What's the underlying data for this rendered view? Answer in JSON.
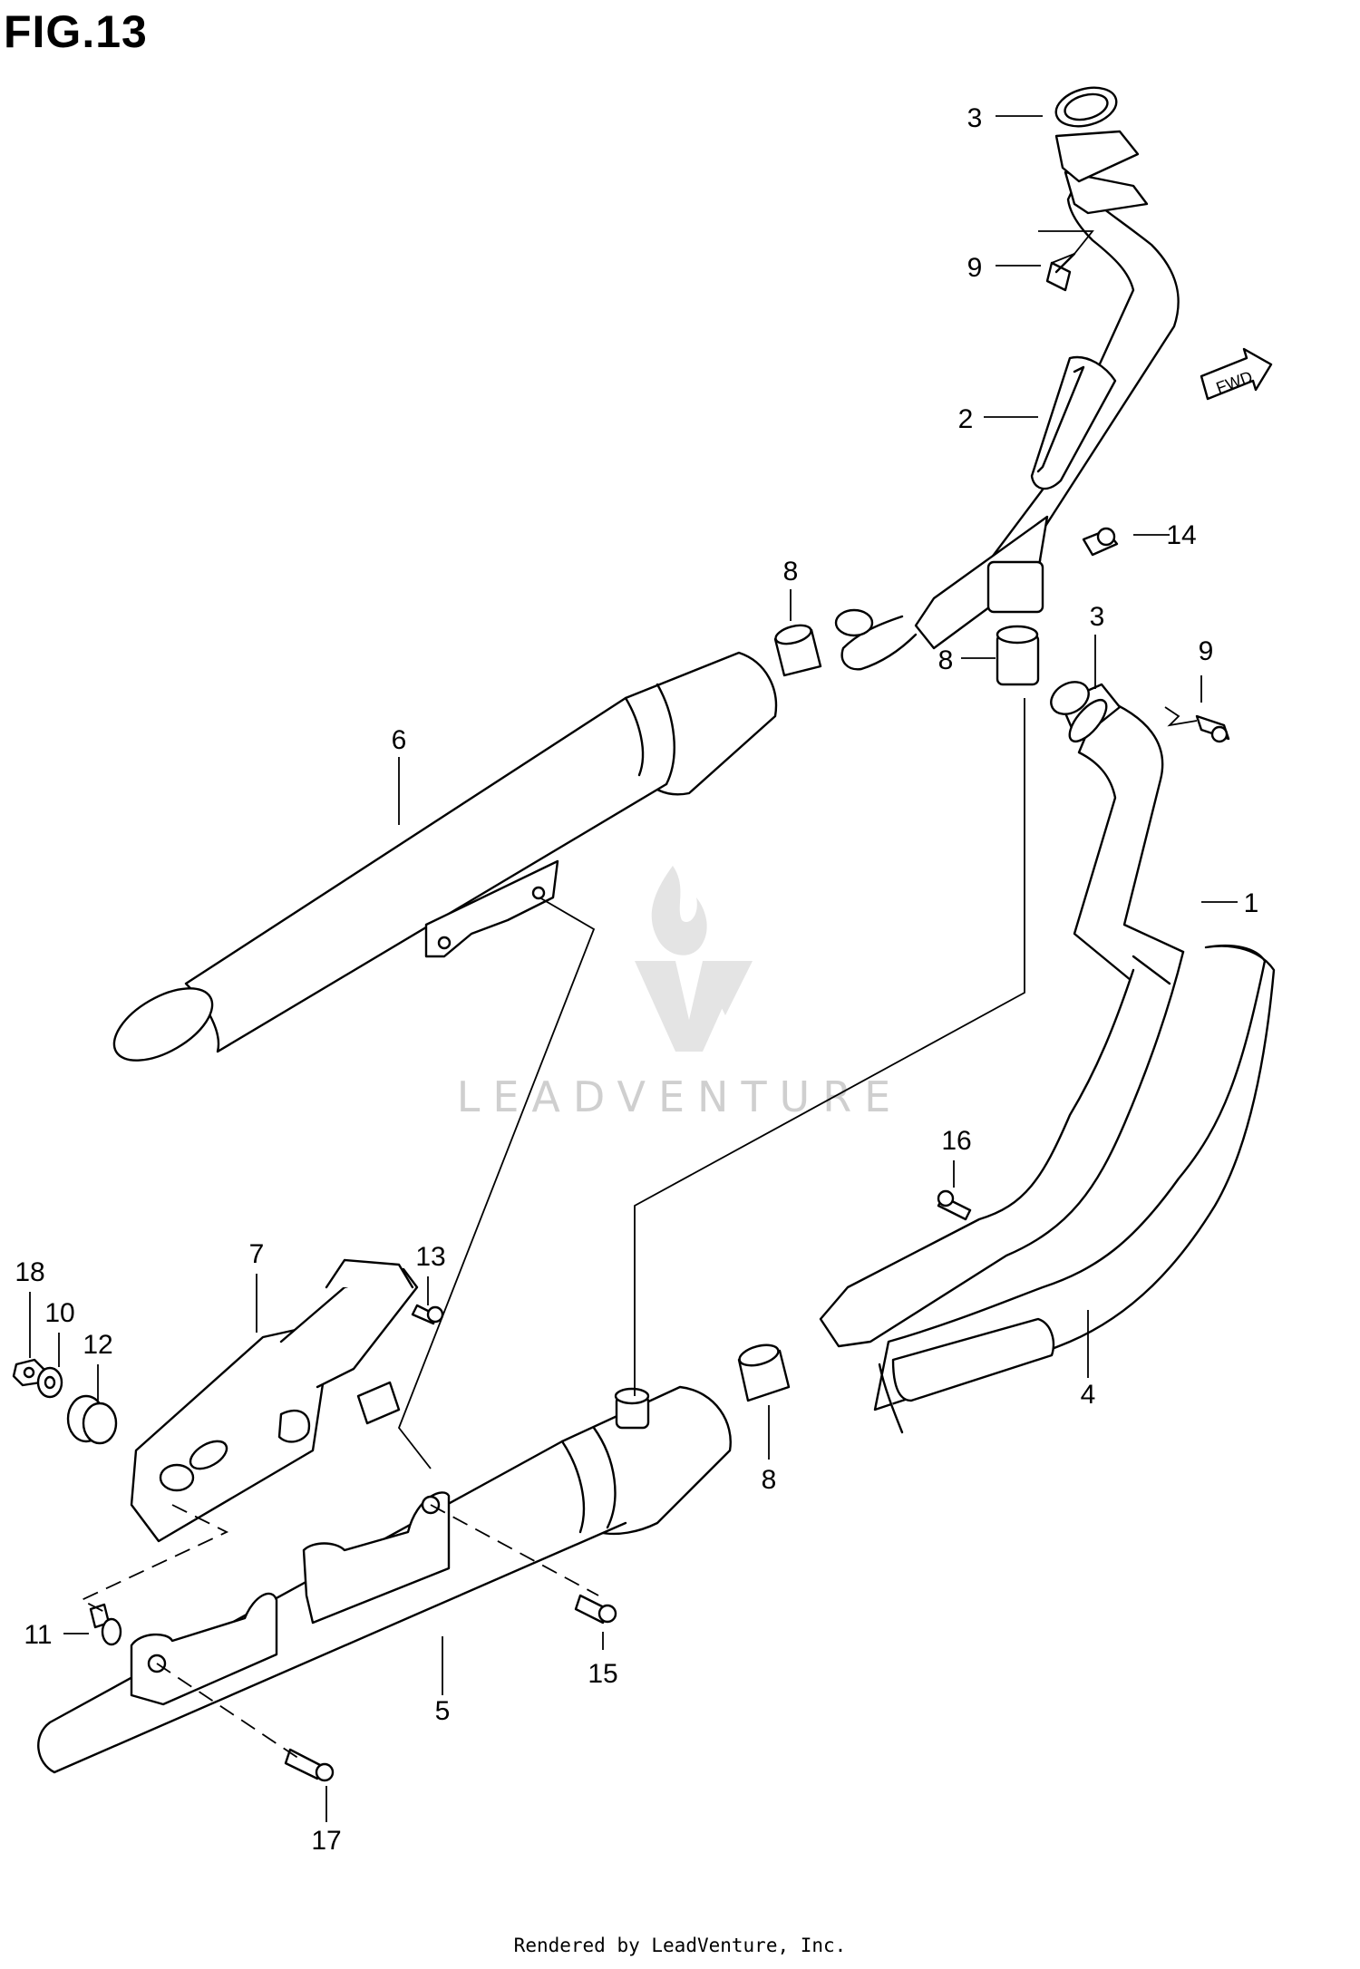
{
  "figure_title": "FIG.13",
  "footer_text": "Rendered by LeadVenture, Inc.",
  "watermark_text": "LEADVENTURE",
  "direction_label": "FWD",
  "callouts": {
    "c1": "1",
    "c2": "2",
    "c3a": "3",
    "c3b": "3",
    "c4": "4",
    "c5": "5",
    "c6": "6",
    "c7": "7",
    "c8a": "8",
    "c8b": "8",
    "c8c": "8",
    "c9a": "9",
    "c9b": "9",
    "c10": "10",
    "c11": "11",
    "c12": "12",
    "c13": "13",
    "c14": "14",
    "c15": "15",
    "c16": "16",
    "c17": "17",
    "c18": "18"
  },
  "colors": {
    "line": "#000000",
    "watermark": "#cfcfcf",
    "background": "#ffffff"
  }
}
